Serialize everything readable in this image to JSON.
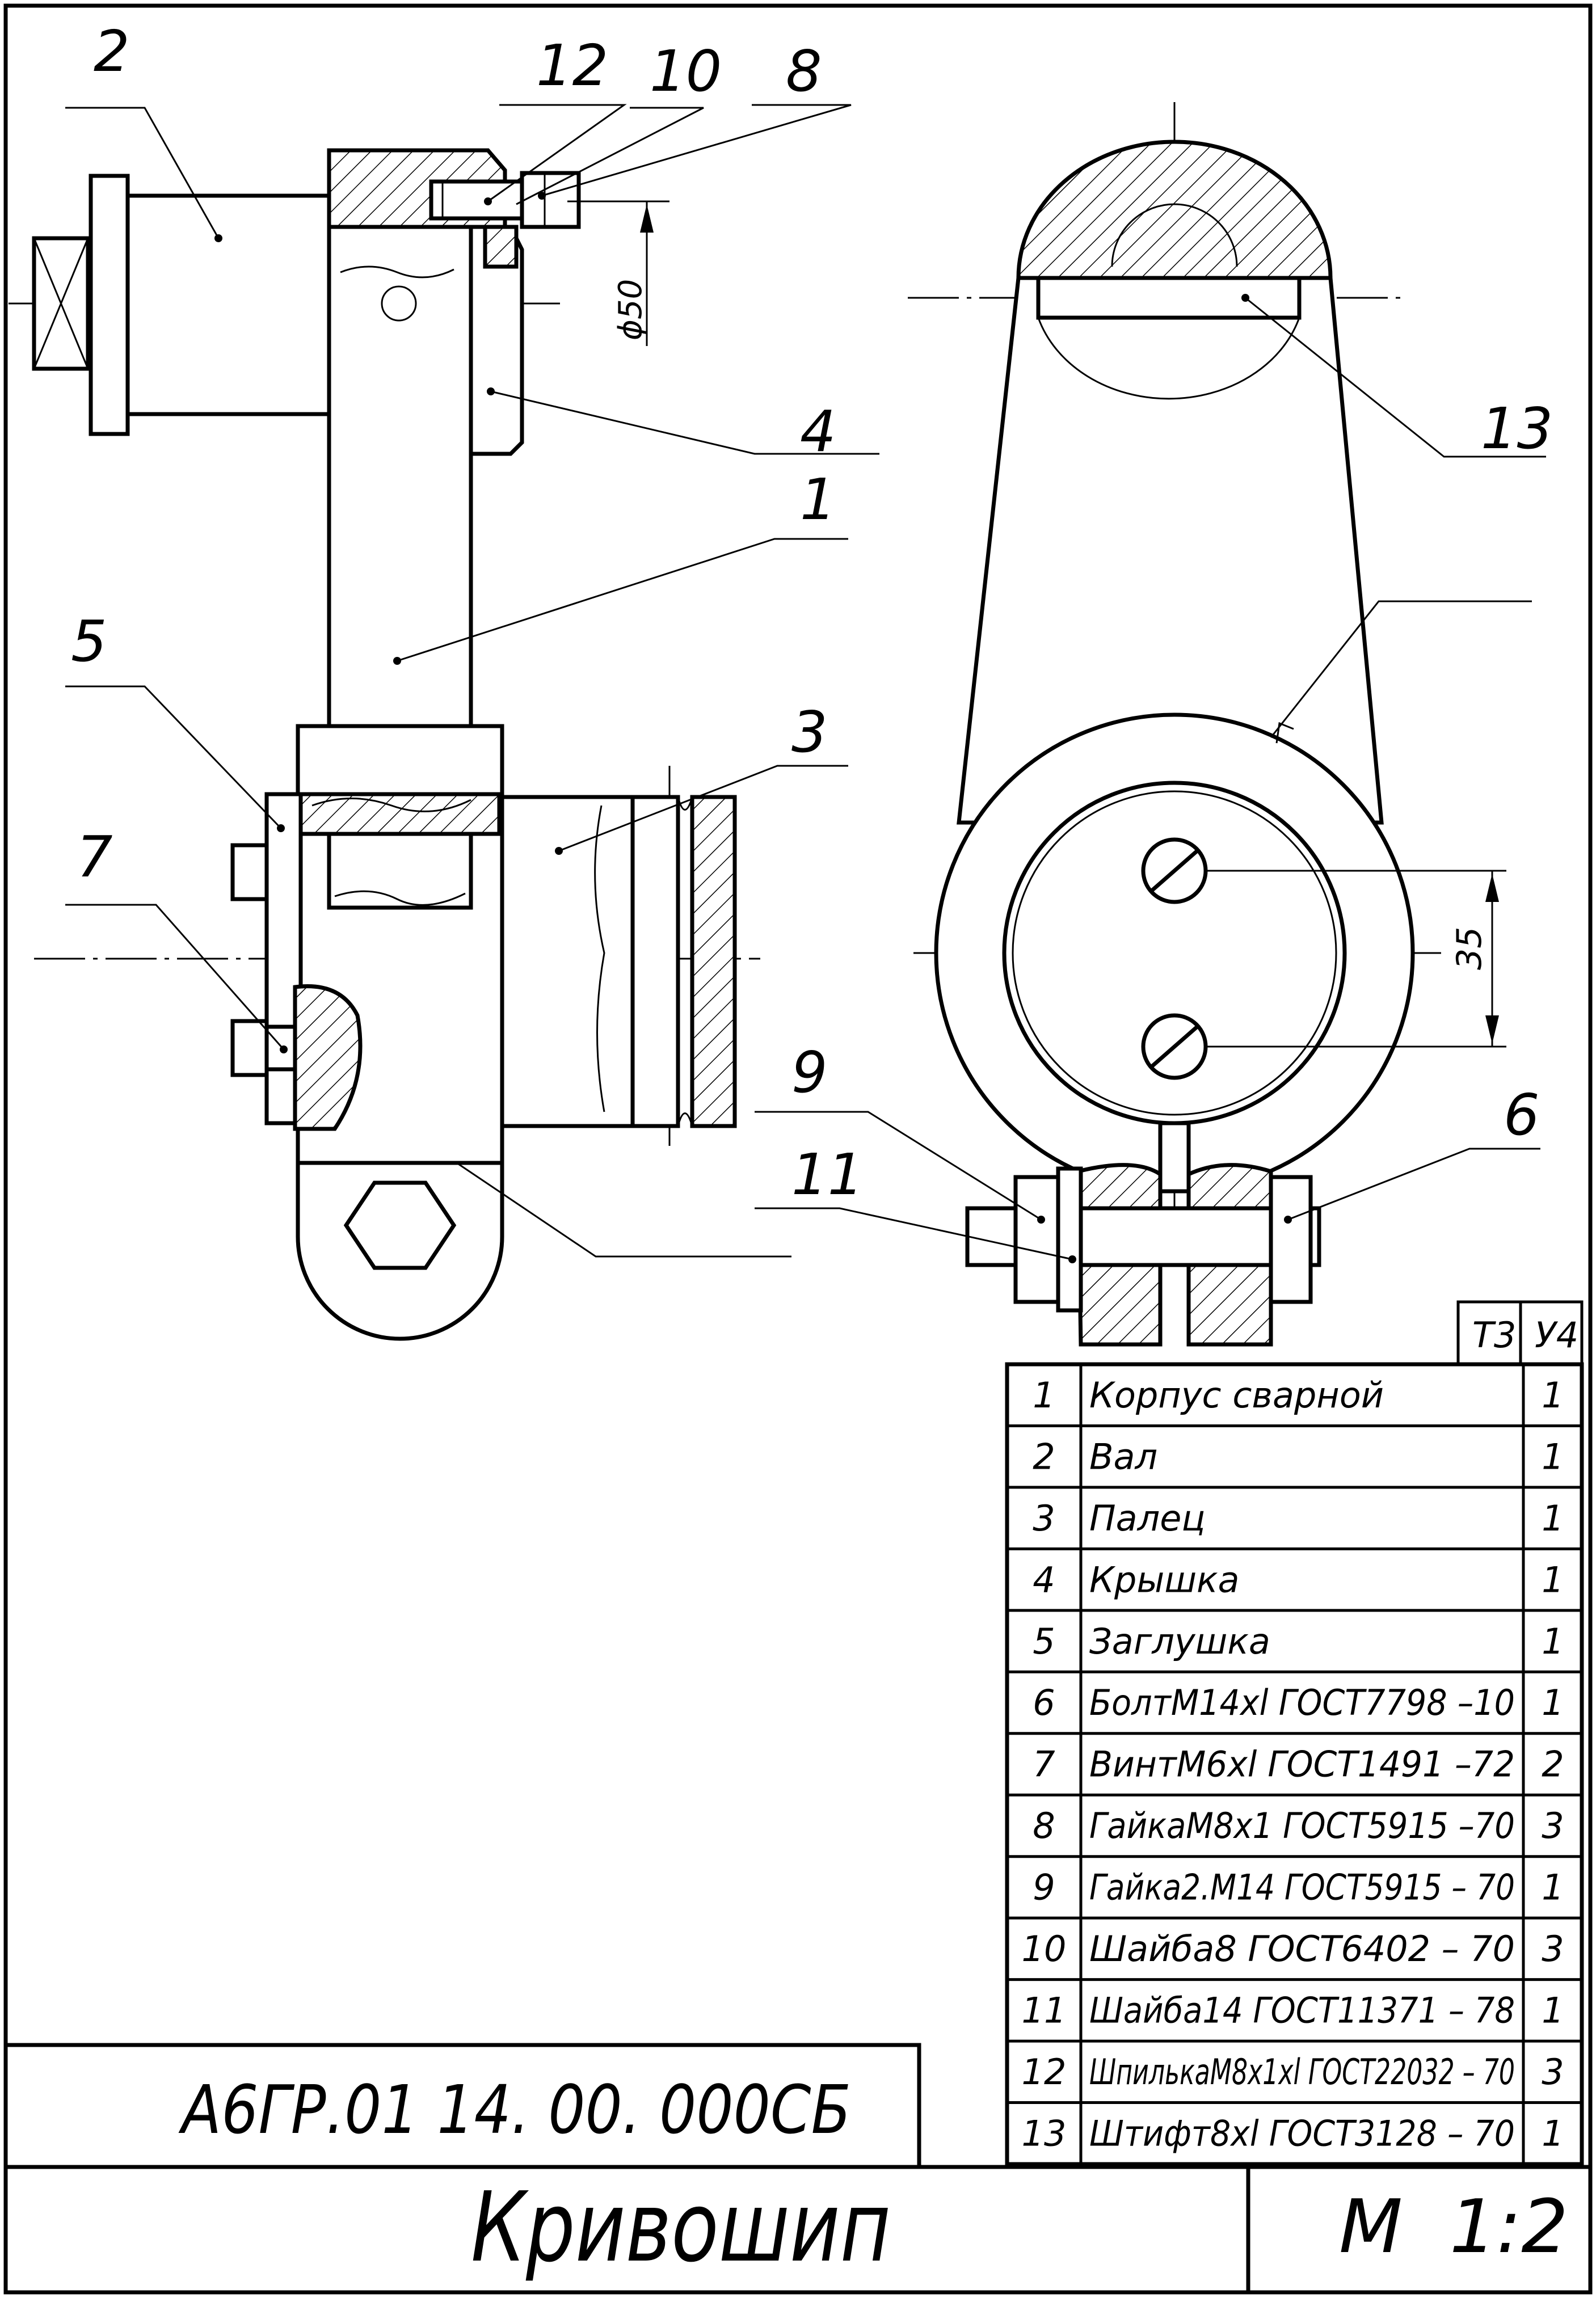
{
  "drawing": {
    "designation": "А6ГР.01 14. 00. 000СБ",
    "title": "Кривошип",
    "scale": "М  1:2",
    "dimensions": {
      "diameter": "ϕ50",
      "spacing": "35"
    }
  },
  "callouts": {
    "c1": "1",
    "c2": "2",
    "c3": "3",
    "c4": "4",
    "c5": "5",
    "c6": "6",
    "c7": "7",
    "c8": "8",
    "c9": "9",
    "c10": "10",
    "c11": "11",
    "c12": "12",
    "c13": "13"
  },
  "bom": {
    "header_left": "Т3",
    "header_right": "У4",
    "rows": [
      {
        "pos": "1",
        "name": "Корпус сварной",
        "qty": "1"
      },
      {
        "pos": "2",
        "name": "Вал",
        "qty": "1"
      },
      {
        "pos": "3",
        "name": "Палец",
        "qty": "1"
      },
      {
        "pos": "4",
        "name": "Крышка",
        "qty": "1"
      },
      {
        "pos": "5",
        "name": "Заглушка",
        "qty": "1"
      },
      {
        "pos": "6",
        "name": "БолтМ14хl ГОСТ7798 –10",
        "qty": "1"
      },
      {
        "pos": "7",
        "name": "ВинтМ6хl ГОСТ1491 –72",
        "qty": "2"
      },
      {
        "pos": "8",
        "name": "ГайкаМ8х1 ГОСТ5915 –70",
        "qty": "3"
      },
      {
        "pos": "9",
        "name": "Гайка2.М14 ГОСТ5915 – 70",
        "qty": "1"
      },
      {
        "pos": "10",
        "name": "Шайба8 ГОСТ6402 – 70",
        "qty": "3"
      },
      {
        "pos": "11",
        "name": "Шайба14 ГОСТ11371 – 78",
        "qty": "1"
      },
      {
        "pos": "12",
        "name": "ШпилькаМ8х1хl ГОСТ22032 – 70",
        "qty": "3"
      },
      {
        "pos": "13",
        "name": "Штифт8хl ГОСТ3128 – 70",
        "qty": "1"
      }
    ]
  }
}
